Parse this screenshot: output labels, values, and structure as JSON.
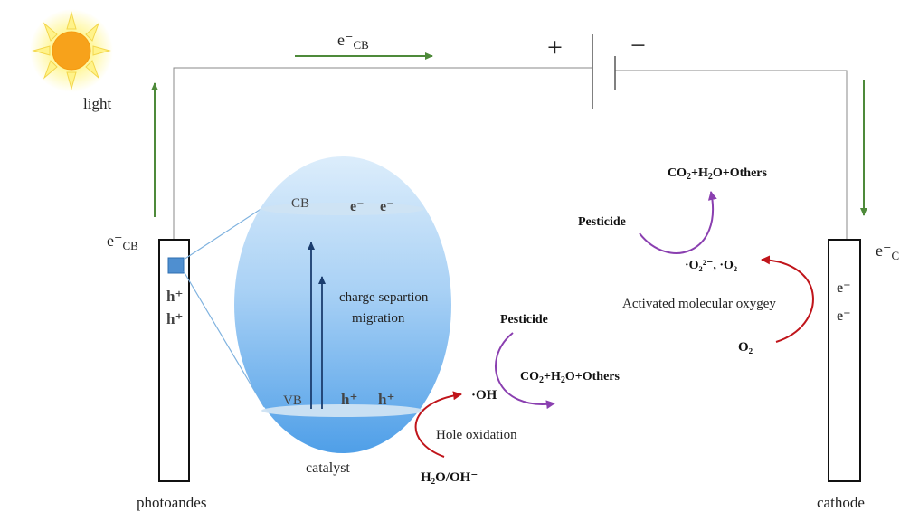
{
  "labels": {
    "light": "light",
    "e_cb_top": "e⁻",
    "e_cb_top_sub": "CB",
    "plus": "+",
    "minus": "−",
    "e_cb_left": "e⁻",
    "e_cb_left_sub": "CB",
    "e_c_right": "e⁻",
    "e_c_right_sub": "C",
    "h_plus_1": "h⁺",
    "h_plus_2": "h⁺",
    "cb": "CB",
    "vb": "VB",
    "cb_e1": "e⁻",
    "cb_e2": "e⁻",
    "vb_h1": "h⁺",
    "vb_h2": "h⁺",
    "charge_sep_1": "charge separtion",
    "charge_sep_2": "migration",
    "catalyst": "catalyst",
    "photoandes": "photoandes",
    "cathode": "cathode",
    "cathode_e1": "e⁻",
    "cathode_e2": "e⁻",
    "pesticide_mid": "Pesticide",
    "co2_mid": "CO",
    "co2_mid_rest": "+H",
    "co2_mid_end": "O+Others",
    "oh": "·OH",
    "hole_oxidation": "Hole oxidation",
    "h2o_oh": "H₂O/OH⁻",
    "pesticide_right": "Pesticide",
    "co2_top": "CO",
    "co2_top_rest": "+H",
    "co2_top_end": "O+Others",
    "o2_radicals": "·O₂²⁻, ·O₂",
    "activated": "Activated molecular oxygey",
    "o2": "O₂",
    "sub2": "2"
  },
  "colors": {
    "green_arrow": "#4e8a3a",
    "red_arrow": "#c0151b",
    "purple_arrow": "#8a3fb0",
    "dark_blue_arrow": "#1b3d6e",
    "ellipse_light": "#d9ecfb",
    "ellipse_dark": "#5ea9ea",
    "sun": "#f7a21b",
    "sun_glow": "#fff38a"
  }
}
